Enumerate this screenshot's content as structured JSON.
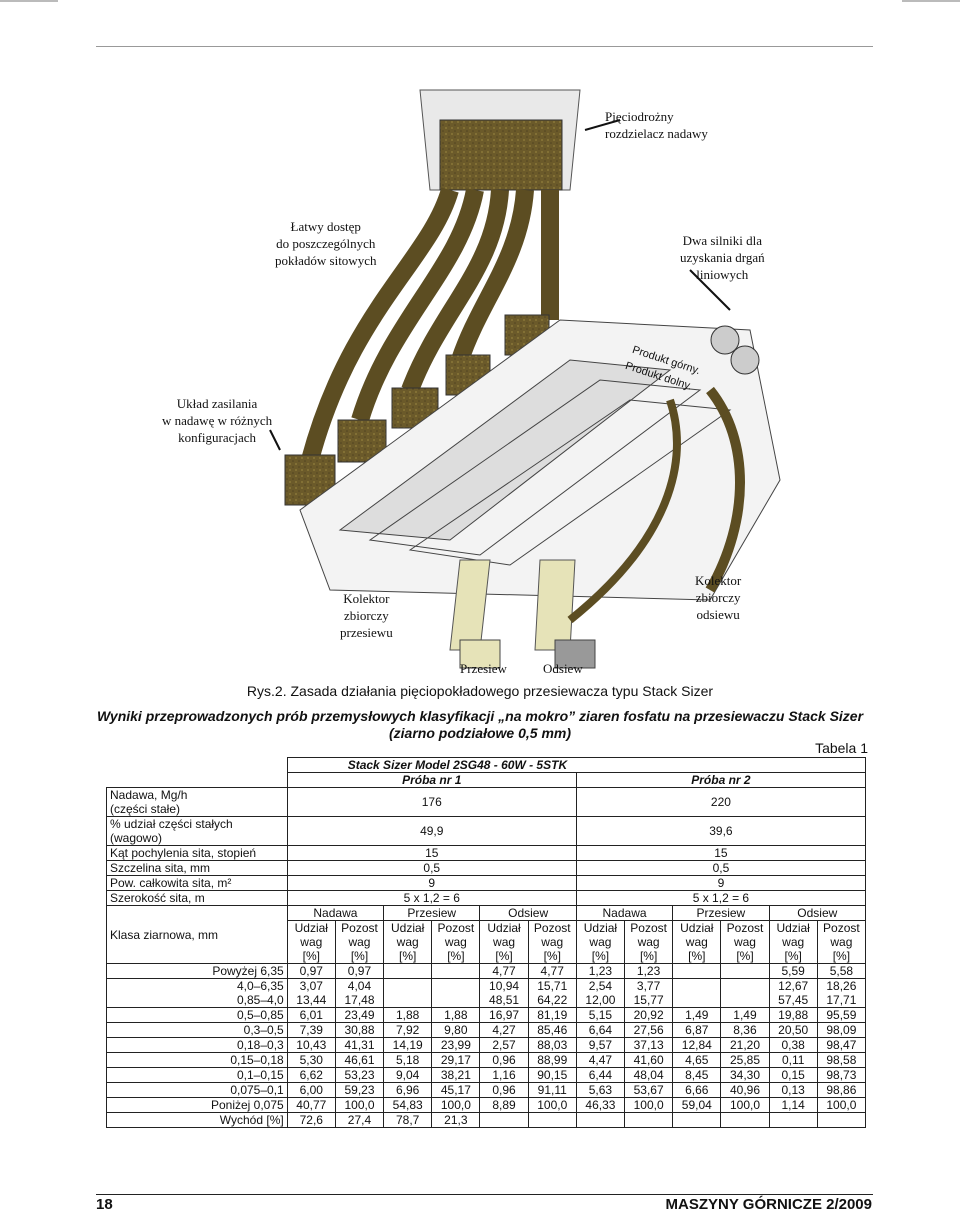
{
  "figure": {
    "callouts": {
      "distributor": [
        "Pięciodrożny",
        "rozdzielacz nadawy"
      ],
      "access": [
        "Łatwy dostęp",
        "do poszczególnych",
        "pokładów sitowych"
      ],
      "motors": [
        "Dwa silniki dla",
        "uzyskania drgań",
        "liniowych"
      ],
      "feed": [
        "Układ zasilania",
        "w nadawę w różnych",
        "konfiguracjach"
      ],
      "coll_under": [
        "Kolektor",
        "zbiorczy",
        "przesiewu"
      ],
      "coll_over": [
        "Kolektor",
        "zbiorczy",
        "odsiewu"
      ],
      "prod_top": "Produkt górny.",
      "prod_bottom": "Produkt dolny.",
      "out_under": "Przesiew",
      "out_over": "Odsiew"
    },
    "caption": "Rys.2. Zasada działania pięciopokładowego przesiewacza typu Stack Sizer"
  },
  "heading": {
    "line1": "Wyniki przeprowadzonych prób przemysłowych klasyfikacji „na mokro” ziaren fosfatu na przesiewaczu Stack Sizer",
    "line2": "(ziarno podziałowe 0,5 mm)"
  },
  "table_label": "Tabela 1",
  "table": {
    "model": "Stack Sizer  Model 2SG48 - 60W - 5STK",
    "trial1": "Próba nr 1",
    "trial2": "Próba nr 2",
    "params": [
      {
        "label": [
          "Nadawa, Mg/h",
          "(części stałe)"
        ],
        "v1": "176",
        "v2": "220"
      },
      {
        "label": [
          "% udział części stałych",
          "(wagowo)"
        ],
        "v1": "49,9",
        "v2": "39,6"
      },
      {
        "label": [
          "Kąt pochylenia sita, stopień"
        ],
        "v1": "15",
        "v2": "15"
      },
      {
        "label": [
          "Szczelina sita, mm"
        ],
        "v1": "0,5",
        "v2": "0,5"
      },
      {
        "label": [
          "Pow. całkowita sita, m²"
        ],
        "v1": "9",
        "v2": "9"
      },
      {
        "label": [
          "Szerokość sita, m"
        ],
        "v1": "5 x 1,2 = 6",
        "v2": "5 x 1,2 = 6"
      }
    ],
    "groups": [
      "Nadawa",
      "Przesiew",
      "Odsiew",
      "Nadawa",
      "Przesiew",
      "Odsiew"
    ],
    "class_label": "Klasa ziarnowa, mm",
    "col_heads": [
      "Udział\nwag\n[%]",
      "Pozost\nwag\n[%]"
    ],
    "rows": [
      [
        "Powyżej 6,35",
        "0,97",
        "0,97",
        "",
        "",
        "4,77",
        "4,77",
        "1,23",
        "1,23",
        "",
        "",
        "5,59",
        "5,58"
      ],
      [
        "4,0–6,35\n0,85–4,0",
        "3,07\n13,44",
        "4,04\n17,48",
        "",
        "",
        "10,94\n48,51",
        "15,71\n64,22",
        "2,54\n12,00",
        "3,77\n15,77",
        "",
        "",
        "12,67\n57,45",
        "18,26\n17,71"
      ],
      [
        "0,5–0,85",
        "6,01",
        "23,49",
        "1,88",
        "1,88",
        "16,97",
        "81,19",
        "5,15",
        "20,92",
        "1,49",
        "1,49",
        "19,88",
        "95,59"
      ],
      [
        "0,3–0,5",
        "7,39",
        "30,88",
        "7,92",
        "9,80",
        "4,27",
        "85,46",
        "6,64",
        "27,56",
        "6,87",
        "8,36",
        "20,50",
        "98,09"
      ],
      [
        "0,18–0,3",
        "10,43",
        "41,31",
        "14,19",
        "23,99",
        "2,57",
        "88,03",
        "9,57",
        "37,13",
        "12,84",
        "21,20",
        "0,38",
        "98,47"
      ],
      [
        "0,15–0,18",
        "5,30",
        "46,61",
        "5,18",
        "29,17",
        "0,96",
        "88,99",
        "4,47",
        "41,60",
        "4,65",
        "25,85",
        "0,11",
        "98,58"
      ],
      [
        "0,1–0,15",
        "6,62",
        "53,23",
        "9,04",
        "38,21",
        "1,16",
        "90,15",
        "6,44",
        "48,04",
        "8,45",
        "34,30",
        "0,15",
        "98,73"
      ],
      [
        "0,075–0,1",
        "6,00",
        "59,23",
        "6,96",
        "45,17",
        "0,96",
        "91,11",
        "5,63",
        "53,67",
        "6,66",
        "40,96",
        "0,13",
        "98,86"
      ],
      [
        "Poniżej 0,075",
        "40,77",
        "100,0",
        "54,83",
        "100,0",
        "8,89",
        "100,0",
        "46,33",
        "100,0",
        "59,04",
        "100,0",
        "1,14",
        "100,0"
      ],
      [
        "Wychód [%]",
        "72,6",
        "27,4",
        "78,7",
        "21,3",
        "",
        "",
        "",
        "",
        "",
        "",
        "",
        ""
      ]
    ]
  },
  "footer": {
    "page": "18",
    "journal": "MASZYNY GÓRNICZE 2/2009"
  }
}
